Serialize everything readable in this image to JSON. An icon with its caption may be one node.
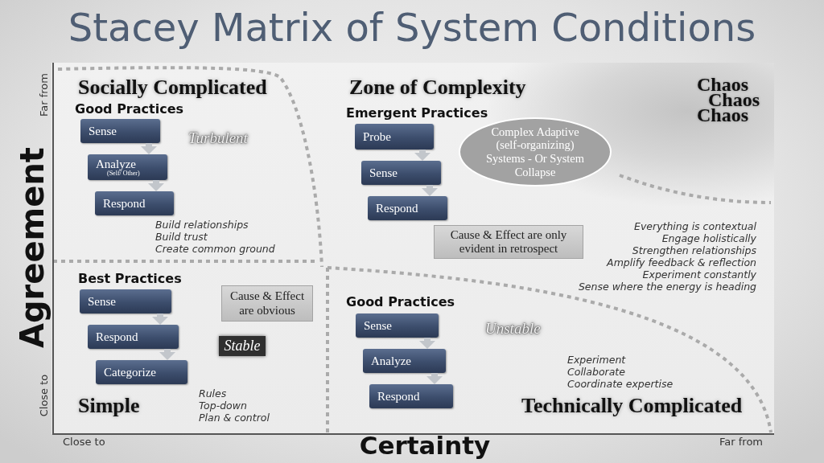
{
  "diagram": {
    "title": "Stacey Matrix of System Conditions",
    "nodes": [
      {
        "text": [
          "Sense"
        ]
      },
      {
        "text": [
          "Analyze",
          "(Self/ Other)"
        ]
      },
      {
        "text": [
          "Respond"
        ]
      },
      {
        "text": [
          "Probe"
        ]
      },
      {
        "text": [
          "Sense"
        ]
      },
      {
        "text": [
          "Respond"
        ]
      },
      {
        "text": [
          "Complex Adaptive (self-organizing) Systems - Or System Collapse"
        ]
      },
      {
        "text": [
          "Cause & Effect are only evident in retrospect"
        ]
      },
      {
        "text": [
          "Sense"
        ]
      },
      {
        "text": [
          "Respond"
        ]
      },
      {
        "text": [
          "Categorize"
        ]
      },
      {
        "text": [
          "Cause & Effect are obvious"
        ]
      },
      {
        "text": [
          "Stable"
        ]
      },
      {
        "text": [
          "Sense"
        ]
      },
      {
        "text": [
          "Analyze"
        ]
      },
      {
        "text": [
          "Respond"
        ]
      }
    ],
    "edges": [
      {
        "from": 0,
        "to": 1,
        "arrow": "to"
      },
      {
        "from": 1,
        "to": 2,
        "arrow": "to"
      },
      {
        "from": 3,
        "to": 4,
        "arrow": "to"
      },
      {
        "from": 4,
        "to": 5,
        "arrow": "to"
      },
      {
        "from": 8,
        "to": 9,
        "arrow": "to"
      },
      {
        "from": 9,
        "to": 10,
        "arrow": "to"
      },
      {
        "from": 13,
        "to": 14,
        "arrow": "to"
      },
      {
        "from": 14,
        "to": 15,
        "arrow": "to"
      }
    ],
    "labels": [
      "Far from",
      "Agreement",
      "Close to",
      "Socially Complicated",
      "Good Practices",
      "Zone of Complexity",
      "Emergent Practices",
      "Chaos",
      "Chaos",
      "Chaos",
      "Turbulent",
      "Build relationships",
      "Build trust",
      "Create common ground",
      "Everything is contextual",
      "Engage holistically",
      "Strengthen relationships",
      "Amplify feedback & reflection",
      "Experiment constantly",
      "Sense where the energy is heading",
      "Best Practices",
      "Good Practices",
      "Unstable",
      "Experiment",
      "Collaborate",
      "Coordinate expertise",
      "Simple",
      "Rules",
      "Top-down",
      "Plan & control",
      "Technically Complicated",
      "Close to",
      "Certainty",
      "Far from"
    ]
  }
}
